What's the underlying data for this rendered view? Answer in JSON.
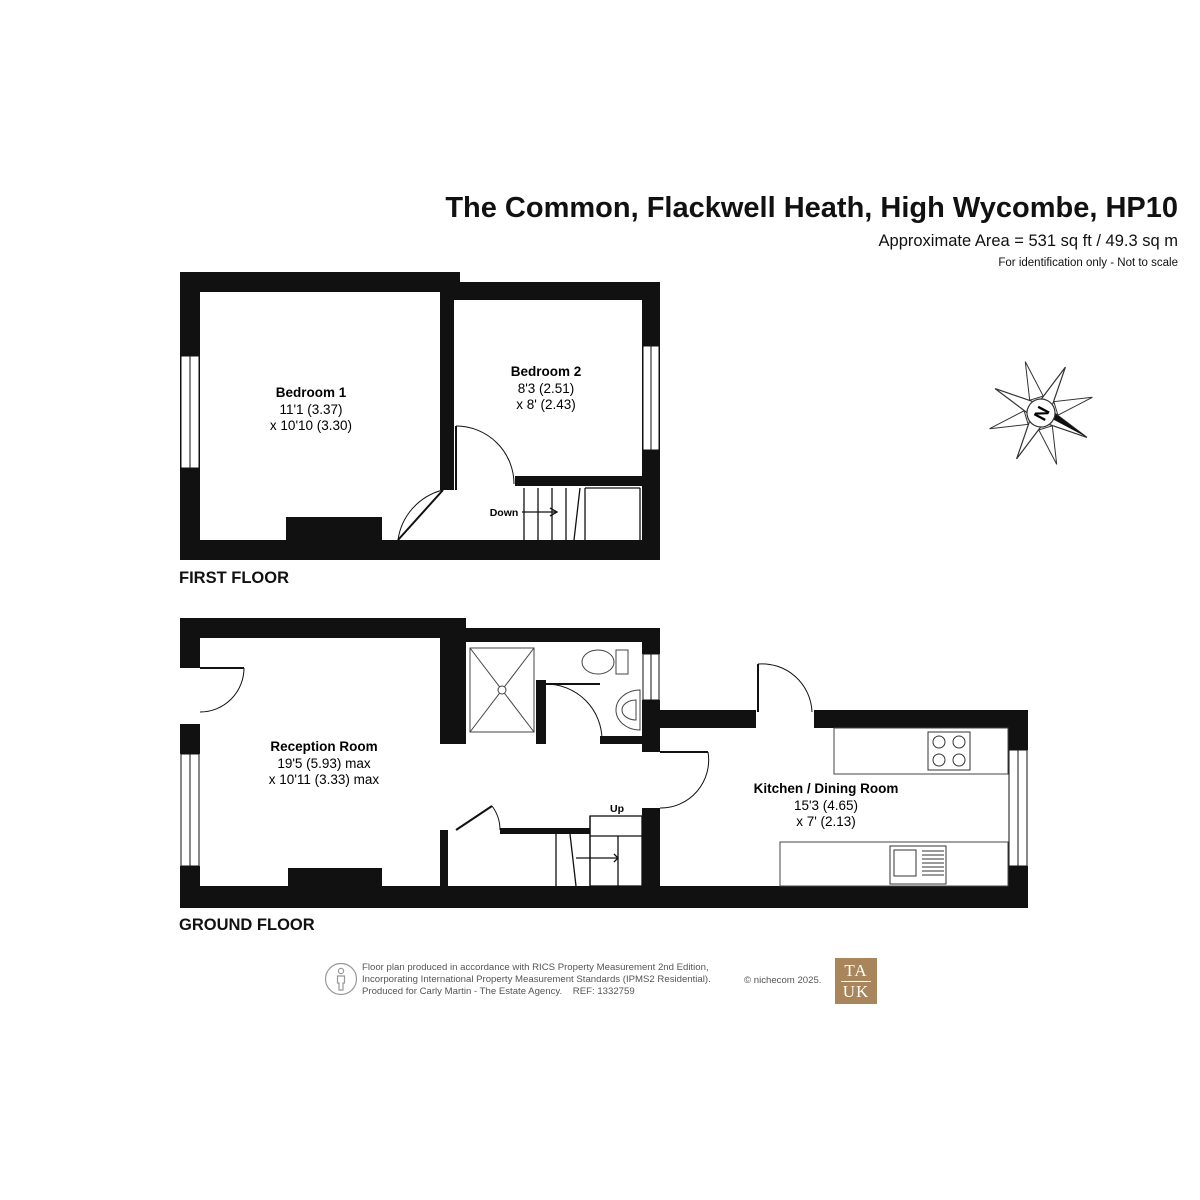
{
  "header": {
    "title": "The Common, Flackwell Heath, High Wycombe, HP10",
    "area": "Approximate Area = 531 sq ft / 49.3 sq m",
    "note": "For identification only - Not to scale"
  },
  "floors": {
    "first": {
      "label": "FIRST FLOOR",
      "rooms": {
        "bedroom1": {
          "name": "Bedroom 1",
          "dim1": "11'1 (3.37)",
          "dim2": "x 10'10 (3.30)"
        },
        "bedroom2": {
          "name": "Bedroom 2",
          "dim1": "8'3 (2.51)",
          "dim2": "x 8' (2.43)"
        }
      },
      "stairs_label": "Down"
    },
    "ground": {
      "label": "GROUND FLOOR",
      "rooms": {
        "reception": {
          "name": "Reception Room",
          "dim1": "19'5 (5.93) max",
          "dim2": "x 10'11 (3.33) max"
        },
        "kitchen": {
          "name": "Kitchen / Dining Room",
          "dim1": "15'3 (4.65)",
          "dim2": "x 7' (2.13)"
        }
      },
      "stairs_label": "Up"
    }
  },
  "compass": {
    "letter": "N",
    "icon": "north-compass-icon"
  },
  "footer": {
    "line1": "Floor plan produced in accordance with RICS Property Measurement 2nd Edition,",
    "line2": "Incorporating International Property Measurement Standards (IPMS2 Residential).",
    "line3": "Produced for Carly Martin - The Estate Agency.    REF: 1332759",
    "copyright": "© nichecom 2025.",
    "badge_line1": "TA",
    "badge_line2": "UK"
  },
  "colors": {
    "wall": "#111111",
    "badge": "#a8855a",
    "fixture": "#666666"
  }
}
